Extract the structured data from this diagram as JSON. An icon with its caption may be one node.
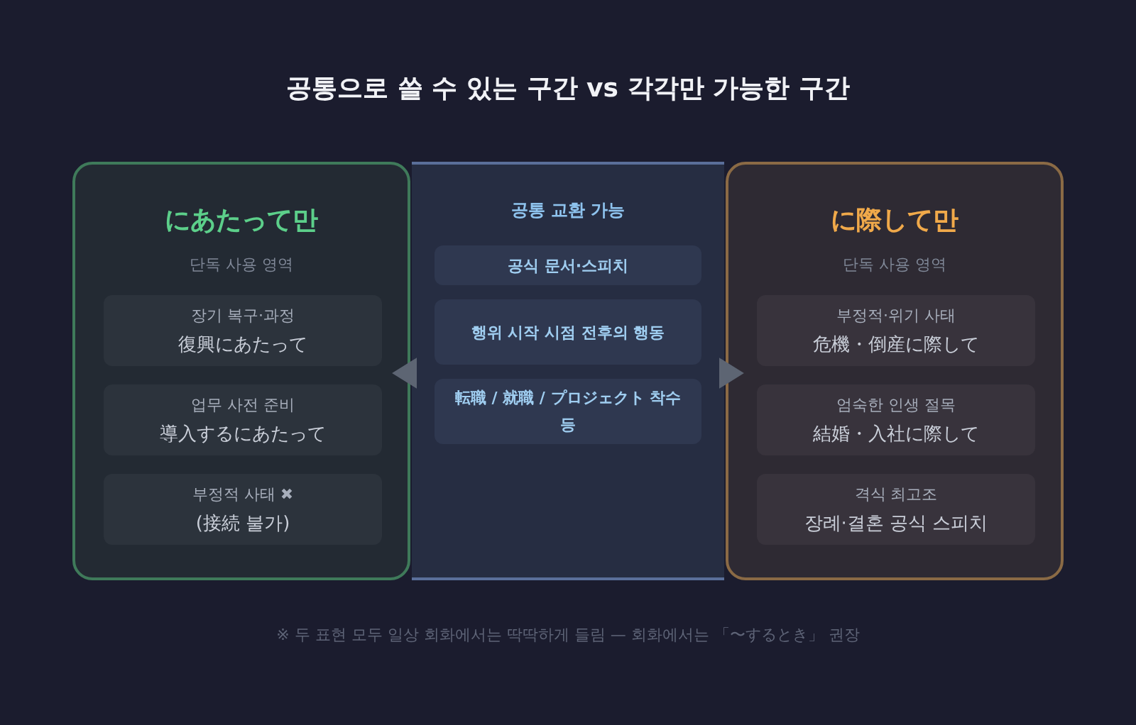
{
  "diagram": {
    "title": "공통으로 쓸 수 있는 구간 vs 각각만 가능한 구간",
    "nodes": [
      {
        "text": [
          "にあたって만",
          "단독 사용 영역"
        ]
      },
      {
        "text": [
          "장기 복구·과정",
          "復興にあたって"
        ],
        "in": 0
      },
      {
        "text": [
          "업무 사전 준비",
          "導入するにあたって"
        ],
        "in": 0
      },
      {
        "text": [
          "부정적 사태 ✖",
          "(接続 불가)"
        ],
        "in": 0
      },
      {
        "text": [
          "공통 교환 가능"
        ]
      },
      {
        "text": [
          "공식 문서·스피치"
        ],
        "in": 4
      },
      {
        "text": [
          "행위 시작 시점 전후의 행동"
        ],
        "in": 4
      },
      {
        "text": [
          "転職 / 就職 / プロジェクト 착수 등"
        ],
        "in": 4
      },
      {
        "text": [
          "に際して만",
          "단독 사용 영역"
        ]
      },
      {
        "text": [
          "부정적·위기 사태",
          "危機・倒産に際して"
        ],
        "in": 8
      },
      {
        "text": [
          "엄숙한 인생 절목",
          "結婚・入社に際して"
        ],
        "in": 8
      },
      {
        "text": [
          "격식 최고조",
          "장례·결혼 공식 스피치"
        ],
        "in": 8
      }
    ],
    "edges": [
      {
        "from": 4,
        "to": 0,
        "arrow": "to"
      },
      {
        "from": 4,
        "to": 8,
        "arrow": "to"
      }
    ],
    "caption": "※ 두 표현 모두 일상 회화에서는 딱딱하게 들림 — 회화에서는 「〜するとき」 권장"
  }
}
